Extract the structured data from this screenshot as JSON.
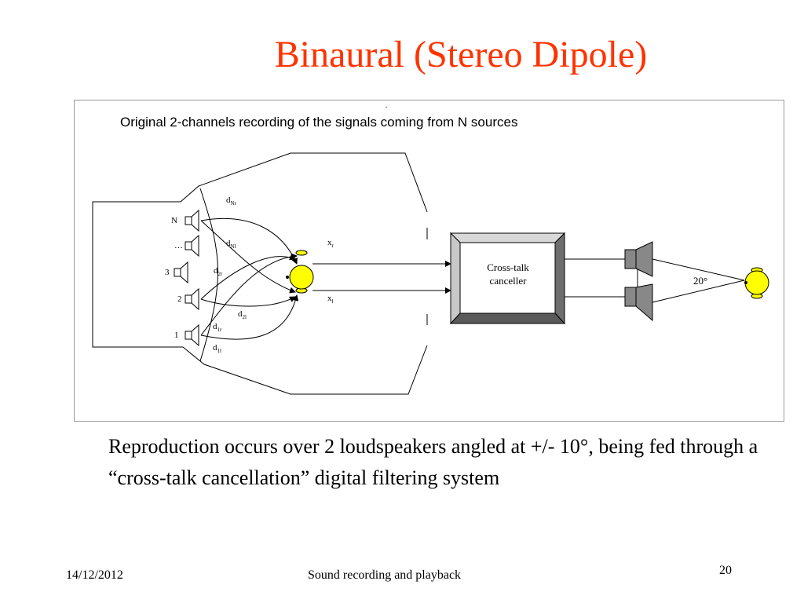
{
  "slide": {
    "title": "Binaural (Stereo Dipole)",
    "body_text": "Reproduction occurs over 2 loudspeakers angled at +/- 10°, being fed through a “cross-talk cancellation” digital filtering system"
  },
  "diagram": {
    "caption": "Original 2-channels recording of the signals coming from N sources",
    "dot": ".",
    "sources": [
      {
        "id": "N",
        "label": "N"
      },
      {
        "id": "ellipsis",
        "label": "…"
      },
      {
        "id": "3",
        "label": "3"
      },
      {
        "id": "2",
        "label": "2"
      },
      {
        "id": "1",
        "label": "1"
      }
    ],
    "distance_labels": {
      "dNr": {
        "base": "d",
        "sub": "Nr"
      },
      "dNl": {
        "base": "d",
        "sub": "Nl"
      },
      "d2r": {
        "base": "d",
        "sub": "2r"
      },
      "d2l": {
        "base": "d",
        "sub": "2l"
      },
      "d1r": {
        "base": "d",
        "sub": "1r"
      },
      "d1l": {
        "base": "d",
        "sub": "1l"
      }
    },
    "signals": {
      "xr": {
        "base": "x",
        "sub": "r"
      },
      "xl": {
        "base": "x",
        "sub": "l"
      }
    },
    "canceller": {
      "line1": "Cross-talk",
      "line2": "canceller"
    },
    "angle": "20°",
    "colors": {
      "head": "#ffff00",
      "speaker": "#888888",
      "box_bevel": "#9a9a9a"
    }
  },
  "footer": {
    "date": "14/12/2012",
    "center": "Sound recording and playback",
    "page": "20"
  }
}
